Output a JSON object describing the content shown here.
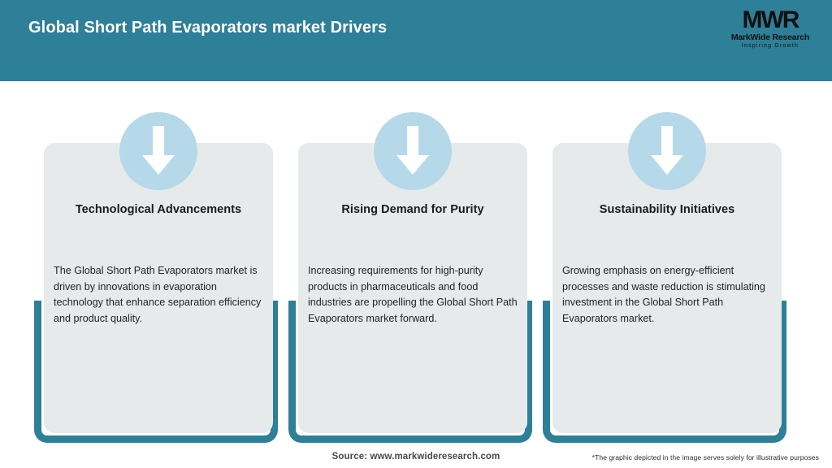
{
  "header": {
    "title": "Global Short Path Evaporators market Drivers",
    "background_color": "#2e7f98",
    "title_color": "#ffffff"
  },
  "logo": {
    "mark": "MWR",
    "name": "MarkWide Research",
    "tagline": "Inspiring Growth"
  },
  "cards": [
    {
      "icon": "down-arrow-icon",
      "heading": "Technological Advancements",
      "body": "The Global Short Path Evaporators market is driven by innovations in evaporation technology that enhance separation efficiency and product quality."
    },
    {
      "icon": "down-arrow-icon",
      "heading": "Rising Demand for Purity",
      "body": "Increasing requirements for high-purity products in pharmaceuticals and food industries are propelling the Global Short Path Evaporators market forward."
    },
    {
      "icon": "down-arrow-icon",
      "heading": "Sustainability Initiatives",
      "body": "Growing emphasis on energy-efficient processes and waste reduction is stimulating investment in the Global Short Path Evaporators market."
    }
  ],
  "footer": {
    "source": "Source: www.markwideresearch.com",
    "disclaimer": "*The graphic depicted in the image serves solely for illustrative purposes"
  },
  "theme": {
    "teal": "#2e7f98",
    "panel_gray": "#e7eaeb",
    "circle_blue": "#b6d9e9",
    "white": "#ffffff"
  }
}
